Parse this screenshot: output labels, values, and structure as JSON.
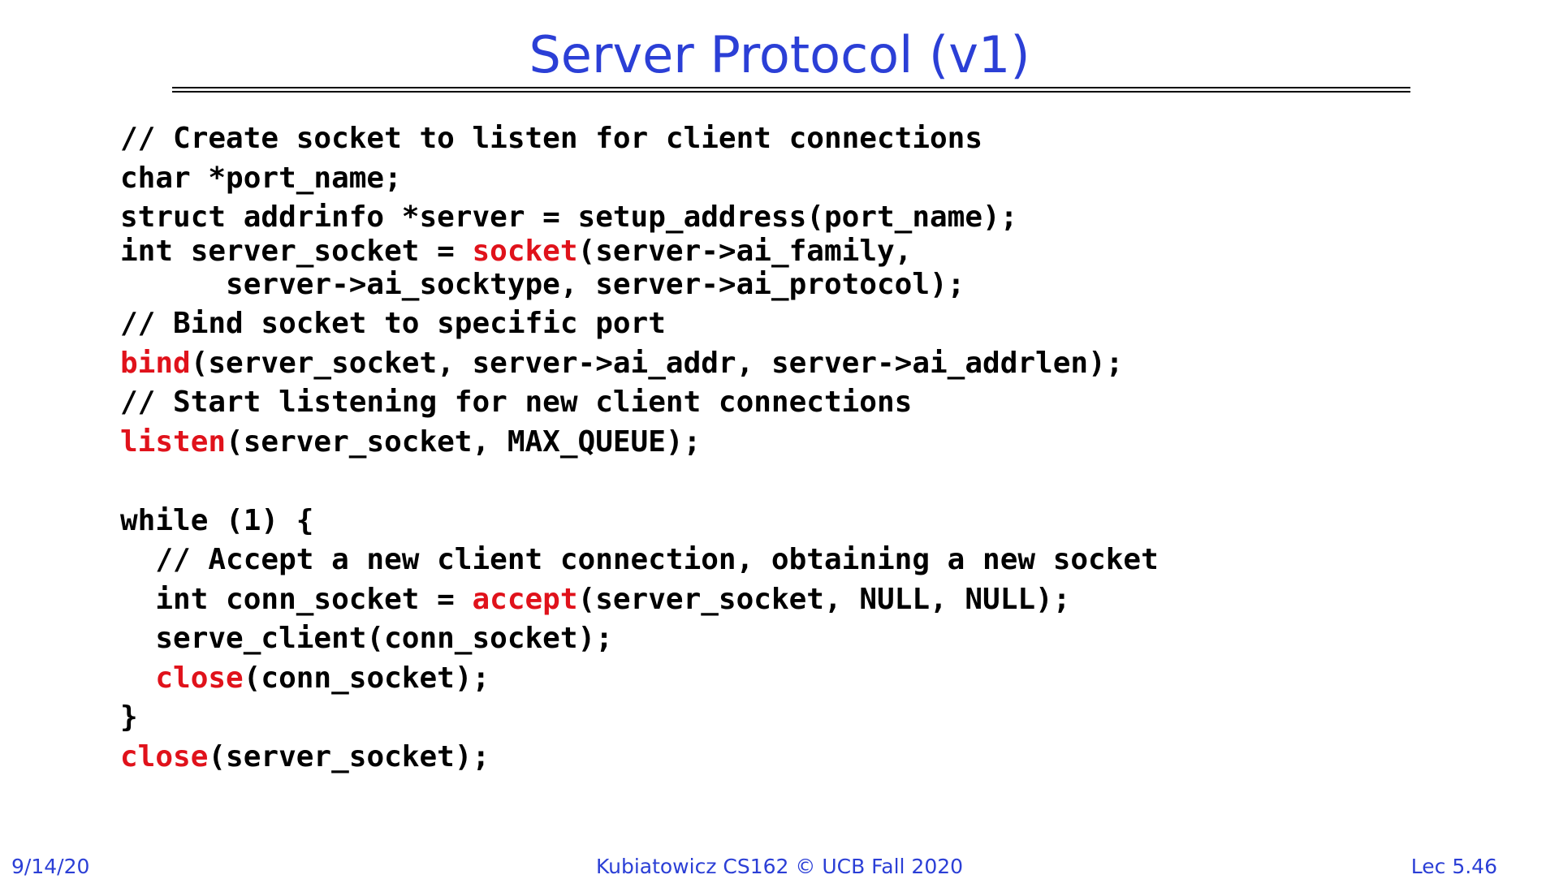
{
  "slide": {
    "title": "Server Protocol (v1)"
  },
  "code": {
    "lines": [
      [
        {
          "t": "// Create socket to listen for client connections",
          "hl": false
        }
      ],
      [
        {
          "t": "char *port_name;",
          "hl": false
        }
      ],
      [
        {
          "t": "struct addrinfo *server = setup_address(port_name);",
          "hl": false
        }
      ],
      [
        {
          "t": "int server_socket = ",
          "hl": false
        },
        {
          "t": "socket",
          "hl": true
        },
        {
          "t": "(server->ai_family,",
          "hl": false
        }
      ],
      [
        {
          "t": "      server->ai_socktype, server->ai_protocol);",
          "hl": false
        }
      ],
      [
        {
          "t": "// Bind socket to specific port",
          "hl": false
        }
      ],
      [
        {
          "t": "bind",
          "hl": true
        },
        {
          "t": "(server_socket, server->ai_addr, server->ai_addrlen);",
          "hl": false
        }
      ],
      [
        {
          "t": "// Start listening for new client connections",
          "hl": false
        }
      ],
      [
        {
          "t": "listen",
          "hl": true
        },
        {
          "t": "(server_socket, MAX_QUEUE);",
          "hl": false
        }
      ],
      [],
      [
        {
          "t": "while (1) {",
          "hl": false
        }
      ],
      [
        {
          "t": "  // Accept a new client connection, obtaining a new socket",
          "hl": false
        }
      ],
      [
        {
          "t": "  int conn_socket = ",
          "hl": false
        },
        {
          "t": "accept",
          "hl": true
        },
        {
          "t": "(server_socket, NULL, NULL);",
          "hl": false
        }
      ],
      [
        {
          "t": "  serve_client(conn_socket);",
          "hl": false
        }
      ],
      [
        {
          "t": "  ",
          "hl": false
        },
        {
          "t": "close",
          "hl": true
        },
        {
          "t": "(conn_socket);",
          "hl": false
        }
      ],
      [
        {
          "t": "}",
          "hl": false
        }
      ],
      [
        {
          "t": "close",
          "hl": true
        },
        {
          "t": "(server_socket);",
          "hl": false
        }
      ]
    ]
  },
  "footer": {
    "date": "9/14/20",
    "course": "Kubiatowicz CS162 © UCB Fall 2020",
    "lecture": "Lec 5.46"
  },
  "colors": {
    "title": "#2b3fd6",
    "highlight_function": "#e0121b",
    "code_text": "#000000"
  }
}
